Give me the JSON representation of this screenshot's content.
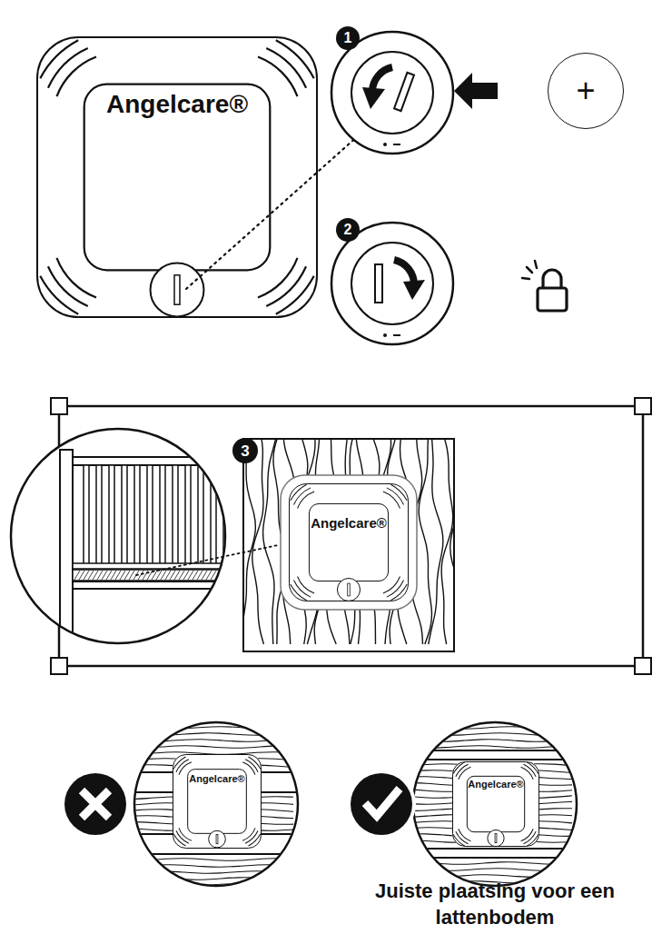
{
  "diagram": {
    "nodes": [
      {
        "text": [
          "Angelcare®"
        ]
      },
      {
        "text": [
          "1"
        ]
      },
      {
        "text": [
          "+"
        ]
      },
      {
        "text": [
          "2"
        ]
      },
      {
        "text": [
          "3"
        ]
      },
      {
        "text": [
          "Angelcare®"
        ]
      },
      {
        "text": [
          "Angelcare®"
        ]
      },
      {
        "text": [
          "Angelcare®"
        ]
      }
    ],
    "labels": [
      "Juiste plaatsing voor een lattenbodem"
    ]
  }
}
